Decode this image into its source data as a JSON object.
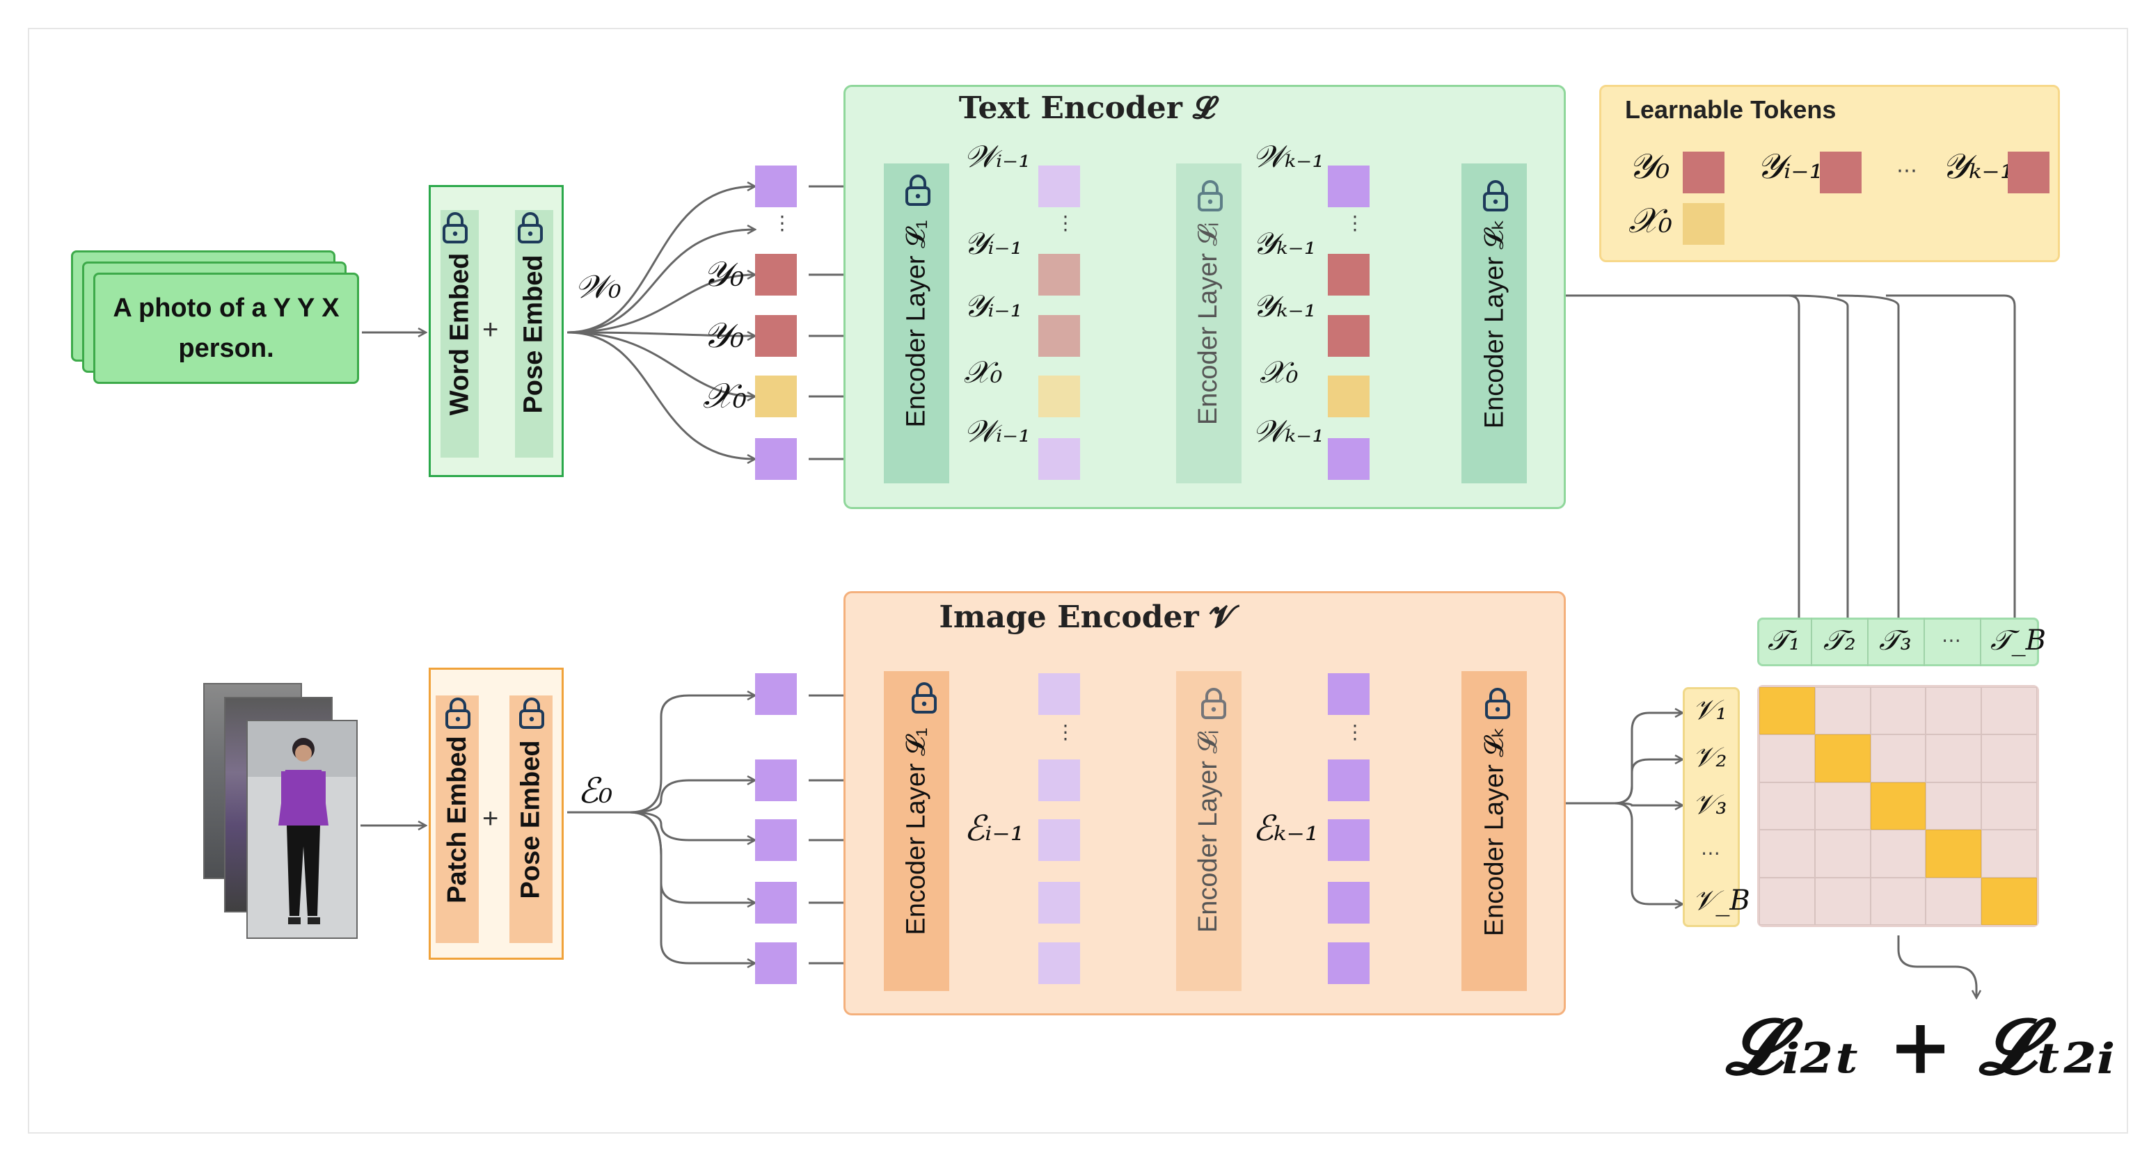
{
  "prompt": {
    "text": "A photo of a Y Y X person."
  },
  "text_embed": {
    "word": "Word Embed",
    "pose": "Pose Embed",
    "plus": "+"
  },
  "image_embed": {
    "patch": "Patch Embed",
    "pose": "Pose Embed",
    "plus": "+"
  },
  "symbols": {
    "W0": "𝒲₀",
    "E0": "ℰ₀",
    "Y0": "𝒴₀",
    "X0": "𝒳₀",
    "Wim1": "𝒲ᵢ₋₁",
    "Wkm1": "𝒲ₖ₋₁",
    "Yim1": "𝒴ᵢ₋₁",
    "Ykm1": "𝒴ₖ₋₁",
    "X0b": "𝒳₀",
    "Eim1": "ℰᵢ₋₁",
    "Ekm1": "ℰₖ₋₁"
  },
  "text_encoder": {
    "title": "Text Encoder 𝓛",
    "layers": [
      "Encoder Layer 𝓛₁",
      "Encoder Layer 𝓛ᵢ",
      "Encoder Layer 𝓛ₖ"
    ]
  },
  "image_encoder": {
    "title": "Image Encoder 𝓥",
    "layers": [
      "Encoder Layer 𝓛₁",
      "Encoder Layer 𝓛ᵢ",
      "Encoder Layer 𝓛ₖ"
    ]
  },
  "learnable_tokens": {
    "title": "Learnable Tokens",
    "items": [
      "𝒴₀",
      "𝒴ᵢ₋₁",
      "⋯",
      "𝒴ₖ₋₁",
      "𝒳₀"
    ]
  },
  "text_features": [
    "𝒯₁",
    "𝒯₂",
    "𝒯₃",
    "⋯",
    "𝒯_B"
  ],
  "image_features": [
    "𝒱₁",
    "𝒱₂",
    "𝒱₃",
    "⋯",
    "𝒱_B"
  ],
  "loss": "𝓛ᵢ₂ₜ + 𝓛ₜ₂ᵢ",
  "colors": {
    "text_encoder_bg": "#dcf5e0",
    "image_encoder_bg": "#fde3cc",
    "learnable_bg": "#fdebb6",
    "token_purple": "#c199ee",
    "token_red": "#c97474",
    "token_yellow": "#f0d182",
    "matrix_diag": "#f9c23c",
    "matrix_cell": "#eedbd9"
  },
  "icons": [
    "lock-icon"
  ]
}
